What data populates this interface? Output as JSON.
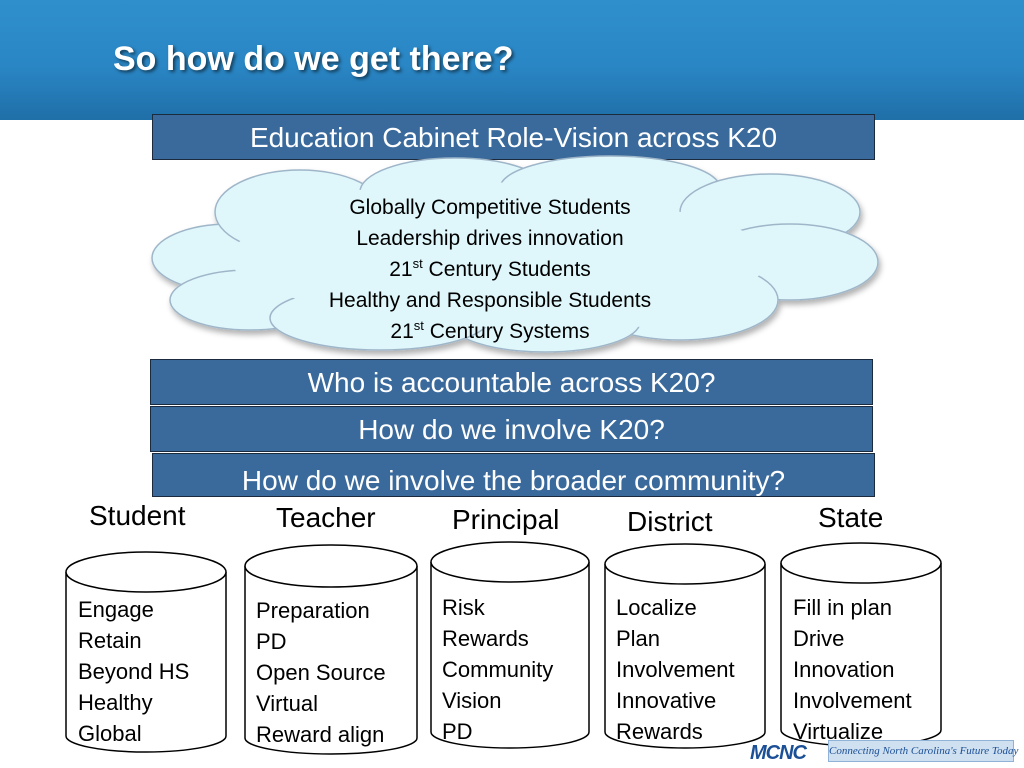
{
  "title": "So how do we get there?",
  "bars": {
    "vision": "Education Cabinet Role-Vision across K20",
    "accountable": "Who is accountable across K20?",
    "involve_k20": "How do we involve K20?",
    "community": "How do we involve the broader community?"
  },
  "cloud": {
    "line1": "Globally Competitive Students",
    "line2": "Leadership drives innovation",
    "line3_pre": "21",
    "line3_sup": "st",
    "line3_post": " Century Students",
    "line4": "Healthy and Responsible Students",
    "line5_pre": "21",
    "line5_sup": "st",
    "line5_post": " Century Systems"
  },
  "columns": [
    {
      "label": "Student",
      "items": [
        "Engage",
        "Retain",
        "Beyond HS",
        "Healthy",
        "Global"
      ]
    },
    {
      "label": "Teacher",
      "items": [
        "Preparation",
        "PD",
        "Open Source",
        "Virtual",
        "Reward align"
      ]
    },
    {
      "label": "Principal",
      "items": [
        "Risk",
        "Rewards",
        "Community",
        "Vision",
        "PD"
      ]
    },
    {
      "label": "District",
      "items": [
        "Localize",
        "Plan",
        "Involvement",
        "Innovative",
        "Rewards"
      ]
    },
    {
      "label": "State",
      "items": [
        "Fill in plan",
        "Drive",
        "Innovation",
        "Involvement",
        "Virtualize"
      ]
    }
  ],
  "footer": {
    "logo": "MCNC",
    "tagline": "Connecting North Carolina's Future Today"
  },
  "colors": {
    "header": "#2a86c4",
    "bar": "#3a6a9c",
    "cloud_fill": "#dff7fb",
    "cloud_stroke": "#9fb6c9"
  }
}
